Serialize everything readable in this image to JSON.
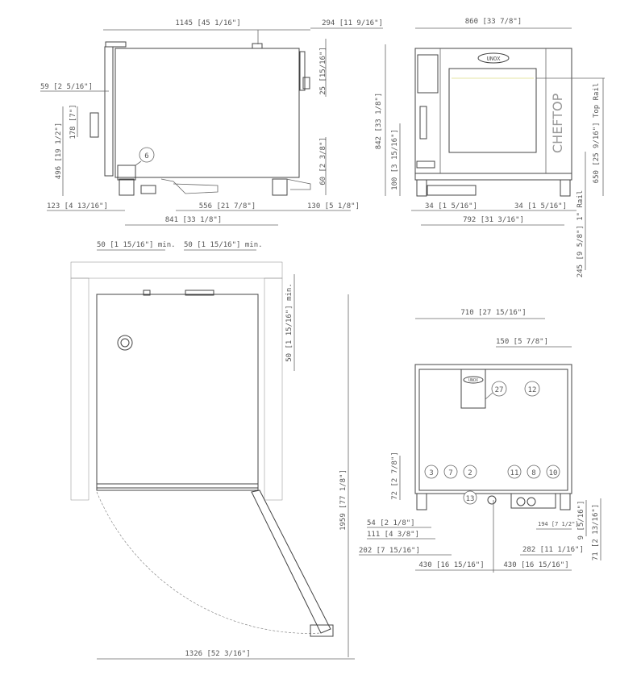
{
  "side_view": {
    "width": "1145 [45 1/16\"]",
    "rear_offset": "294 [11 9/16\"]",
    "top_gap": "25 [15/16\"]",
    "bottom_gap": "60 [2 3/8\"]",
    "left_59": "59 [2 5/16\"]",
    "h_178": "178 [7\"]",
    "h_496": "496 [19 1/2\"]",
    "left_123": "123 [4 13/16\"]",
    "mid_556": "556 [21 7/8\"]",
    "right_130": "130 [5 1/8\"]",
    "feet_841": "841 [33 1/8\"]",
    "callout_6": "6"
  },
  "front_view": {
    "width": "860 [33 7/8\"]",
    "height": "842 [33 1/8\"]",
    "h_100": "100 [3 15/16\"]",
    "top_rail": "650 [25 9/16\"] Top Rail",
    "rail_1": "245 [9 5/8\"] 1\" Rail",
    "left_34": "34 [1 5/16\"]",
    "right_34": "34 [1 5/16\"]",
    "feet_792": "792 [31 3/16\"]",
    "brand_logo": "UNOX",
    "product_name": "CHEFTOP"
  },
  "plan_view": {
    "clear_left": "50 [1 15/16\"] min.",
    "clear_right": "50 [1 15/16\"] min.",
    "clear_rear": "50 [1 15/16\"] min.",
    "depth_door_open": "1959 [77 1/8\"]",
    "width_door_open": "1326 [52 3/16\"]"
  },
  "rear_view": {
    "width": "710 [27 15/16\"]",
    "offset_150": "150 [5 7/8\"]",
    "h_72": "72 [2 7/8\"]",
    "d_54": "54 [2 1/8\"]",
    "d_111": "111 [4 3/8\"]",
    "d_202": "202 [7 15/16\"]",
    "d_430_left": "430 [16 15/16\"]",
    "d_430_right": "430 [16 15/16\"]",
    "d_282": "282 [11 1/16\"]",
    "d_194": "194 [7 1/2\"]",
    "h_9": "9 [5/16\"]",
    "h_71": "71 [2 13/16\"]",
    "callouts": [
      "27",
      "12",
      "3",
      "7",
      "2",
      "11",
      "8",
      "10",
      "13"
    ],
    "brand_logo": "UNOX"
  }
}
